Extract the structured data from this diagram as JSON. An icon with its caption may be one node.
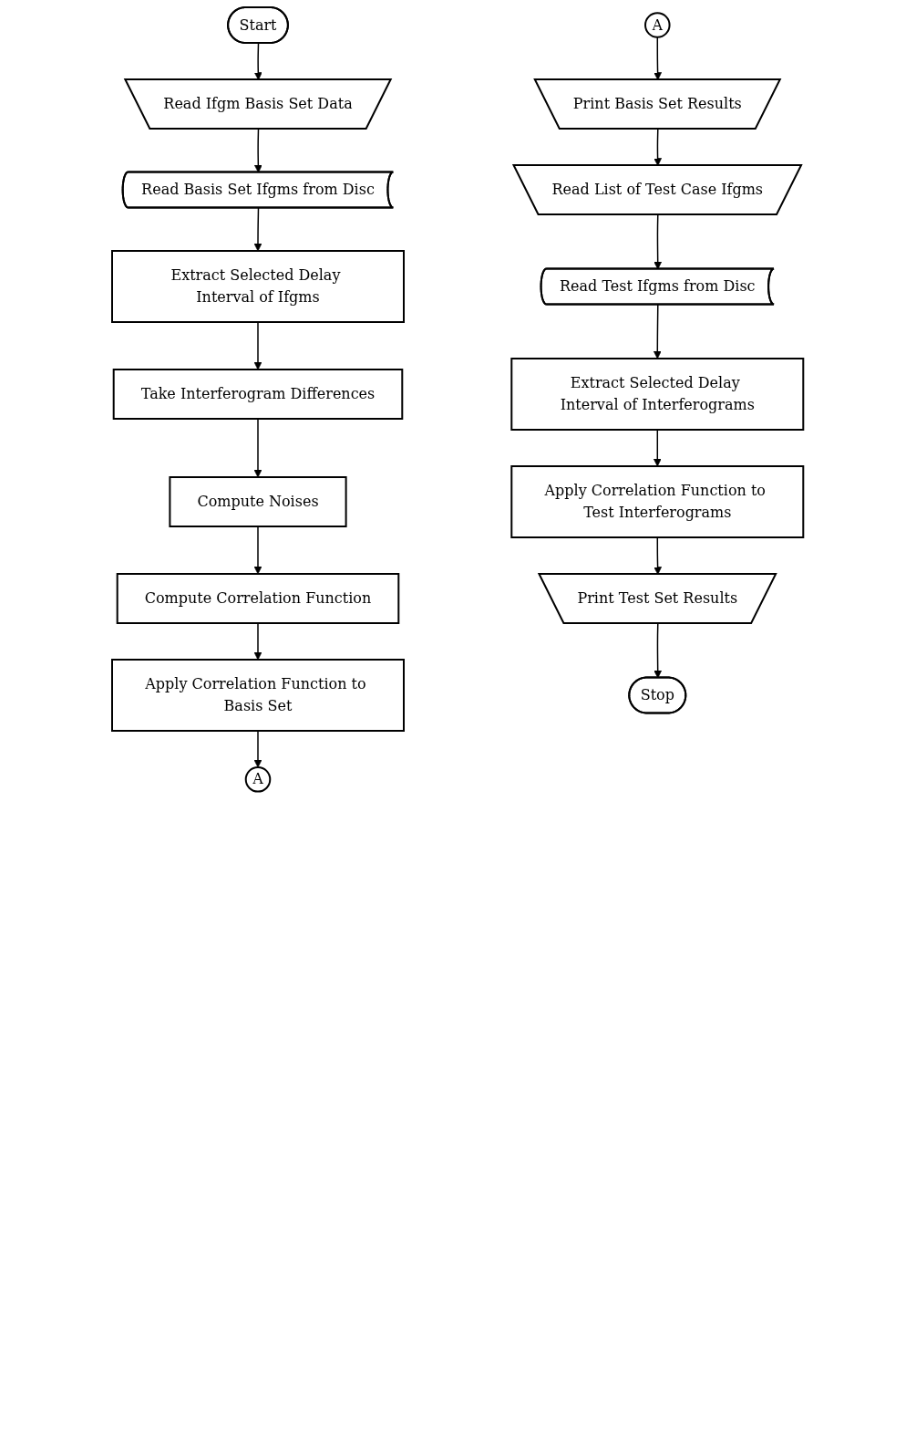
{
  "diagram": {
    "nodes": [
      {
        "text": [
          "Start"
        ]
      },
      {
        "text": [
          "Read Ifgm Basis Set Data"
        ]
      },
      {
        "text": [
          "Read Basis Set Ifgms from Disc"
        ]
      },
      {
        "text": [
          "Extract Selected Delay Interval of Ifgms"
        ]
      },
      {
        "text": [
          "Take Interferogram Differences"
        ]
      },
      {
        "text": [
          "Compute Noises"
        ]
      },
      {
        "text": [
          "Compute Correlation Function"
        ]
      },
      {
        "text": [
          "Apply Correlation Function to Basis Set"
        ]
      },
      {
        "text": [
          "A"
        ]
      },
      {
        "text": [
          "A"
        ]
      },
      {
        "text": [
          "Print Basis Set Results"
        ]
      },
      {
        "text": [
          "Read List of Test Case Ifgms"
        ]
      },
      {
        "text": [
          "Read Test Ifgms from Disc"
        ]
      },
      {
        "text": [
          "Extract Selected Delay Interval of Interferograms"
        ]
      },
      {
        "text": [
          "Apply Correlation Function to Test Interferograms"
        ]
      },
      {
        "text": [
          "Print Test Set Results"
        ]
      },
      {
        "text": [
          "Stop"
        ]
      }
    ],
    "edges": [
      {
        "from": 0,
        "to": 1,
        "arrow": "to"
      },
      {
        "from": 1,
        "to": 2,
        "arrow": "to"
      },
      {
        "from": 2,
        "to": 3,
        "arrow": "to"
      },
      {
        "from": 3,
        "to": 4,
        "arrow": "to"
      },
      {
        "from": 4,
        "to": 5,
        "arrow": "to"
      },
      {
        "from": 5,
        "to": 6,
        "arrow": "to"
      },
      {
        "from": 6,
        "to": 7,
        "arrow": "to"
      },
      {
        "from": 7,
        "to": 8,
        "arrow": "to"
      },
      {
        "from": 9,
        "to": 10,
        "arrow": "to"
      },
      {
        "from": 10,
        "to": 11,
        "arrow": "to"
      },
      {
        "from": 11,
        "to": 12,
        "arrow": "to"
      },
      {
        "from": 12,
        "to": 13,
        "arrow": "to"
      },
      {
        "from": 13,
        "to": 14,
        "arrow": "to"
      },
      {
        "from": 14,
        "to": 15,
        "arrow": "to"
      },
      {
        "from": 15,
        "to": 16,
        "arrow": "to"
      }
    ]
  }
}
